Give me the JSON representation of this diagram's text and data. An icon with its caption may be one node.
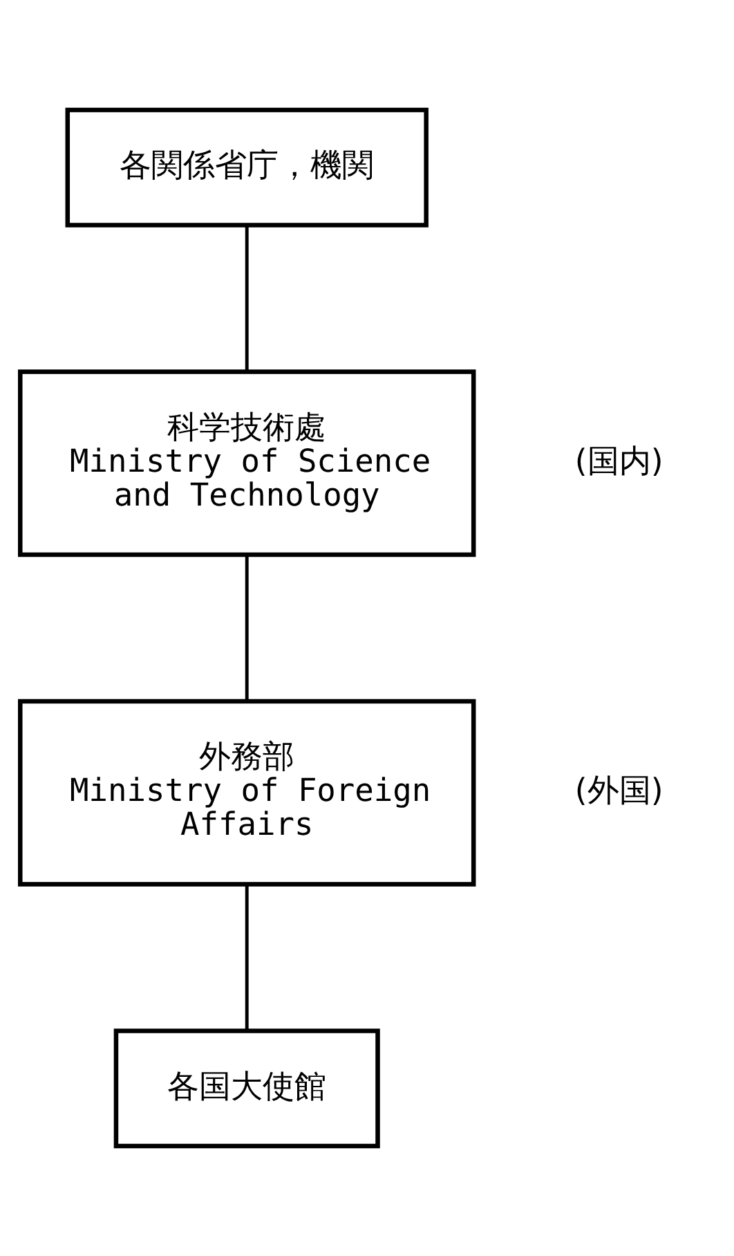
{
  "diagram": {
    "nodes": [
      {
        "text": [
          "各関係省庁，機関"
        ]
      },
      {
        "text": [
          "科学技術處",
          "Ministry of Science and Technology"
        ],
        "beside": [
          "(国内)"
        ]
      },
      {
        "text": [
          "外務部",
          "Ministry of Foreign Affairs"
        ],
        "beside": [
          "(外国)"
        ]
      },
      {
        "text": [
          "各国大使館"
        ]
      }
    ],
    "edges": [
      {
        "from": 0,
        "to": 1,
        "arrow": "none"
      },
      {
        "from": 1,
        "to": 2,
        "arrow": "none"
      },
      {
        "from": 2,
        "to": 3,
        "arrow": "none"
      }
    ]
  }
}
